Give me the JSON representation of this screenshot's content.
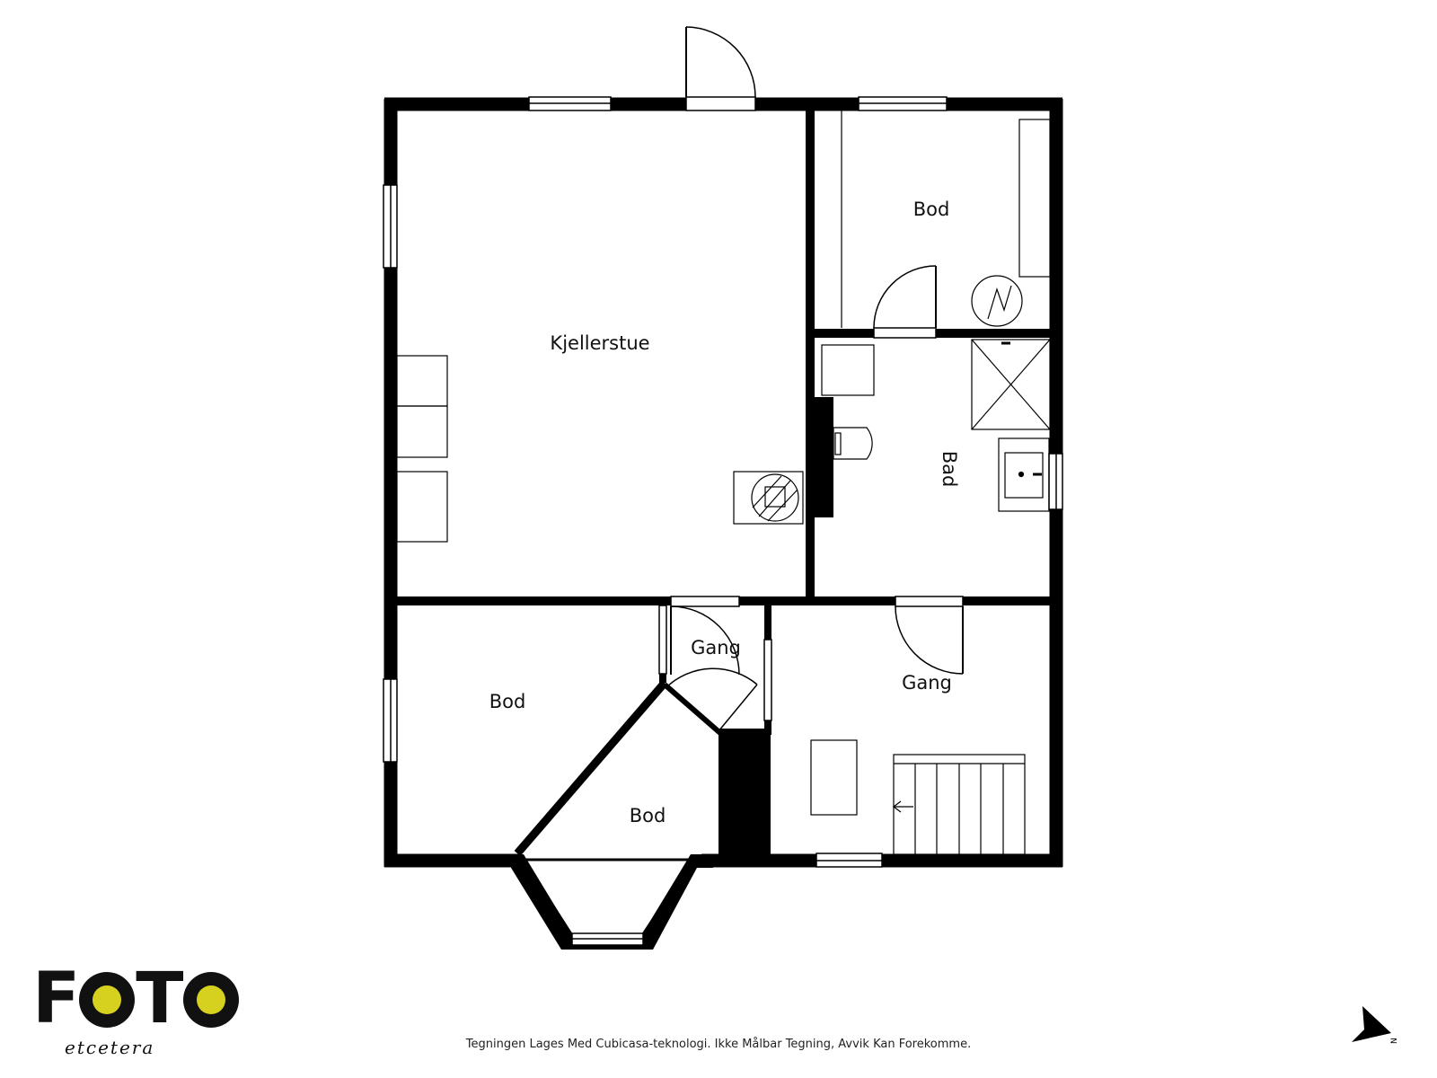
{
  "rooms": {
    "kjellerstue": "Kjellerstue",
    "bod_top": "Bod",
    "bad": "Bad",
    "bod_left": "Bod",
    "gang_small": "Gang",
    "gang_right": "Gang",
    "bod_bottom": "Bod"
  },
  "logo": {
    "part1": "F",
    "part2": "T",
    "part3": "O",
    "sub": "etcetera"
  },
  "footer": {
    "disclaimer": "Tegningen Lages Med Cubicasa-teknologi. Ikke Målbar Tegning, Avvik Kan Forekomme."
  },
  "compass": {
    "label": "N"
  },
  "colors": {
    "wall": "#000000",
    "logo_accent": "#d6d11e"
  }
}
